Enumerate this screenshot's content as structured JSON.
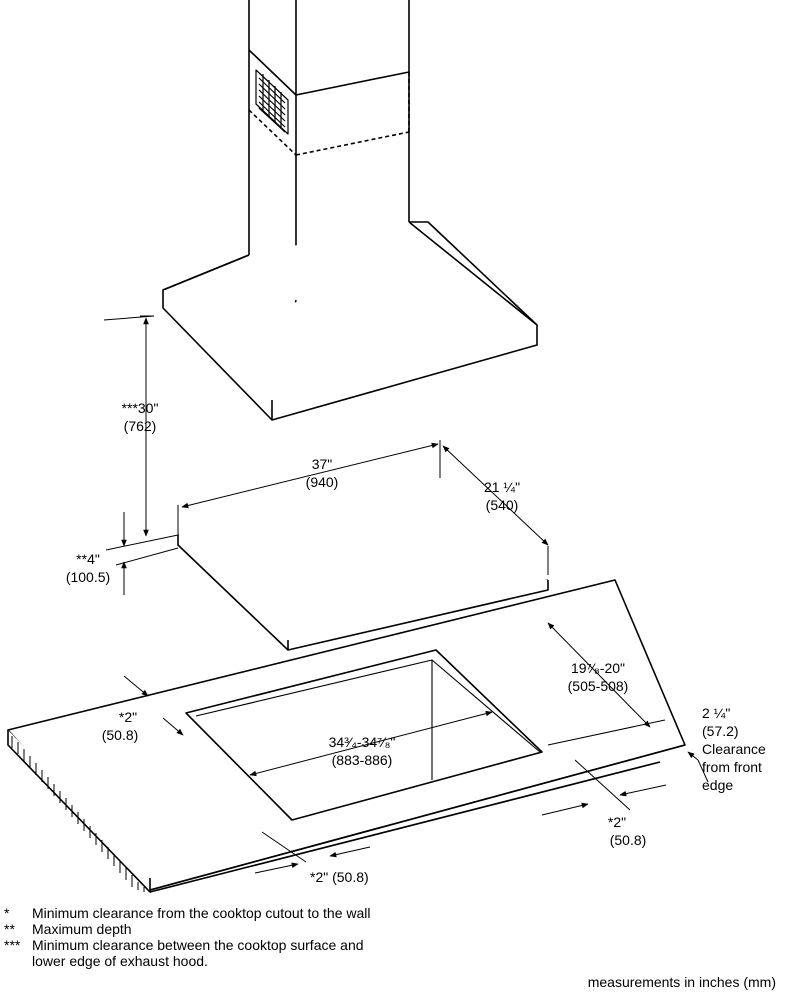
{
  "dimensions": {
    "hood_clearance": {
      "line1": "***30\"",
      "line2": "(762)"
    },
    "max_depth": {
      "line1": "**4\"",
      "line2": "(100.5)"
    },
    "width": {
      "line1": "37\"",
      "line2": "(940)"
    },
    "depth": {
      "line1": "21 ¼\"",
      "line2": "(540)"
    },
    "cutout_depth": {
      "line1": "19⁷⁄₈-20\"",
      "line2": "(505-508)"
    },
    "cutout_width": {
      "line1": "34³⁄₄-34⁷⁄₈\"",
      "line2": "(883-886)"
    },
    "rear_clearance": {
      "line1": "*2\"",
      "line2": "(50.8)"
    },
    "side_clearance": {
      "line1": "*2\"",
      "line2": "(50.8)"
    },
    "bottom_clearance": {
      "line1": "*2\" (50.8)"
    },
    "front_clearance": {
      "line1": "2 ¼\"",
      "line2": "(57.2)",
      "line3": "Clearance",
      "line4": "from front",
      "line5": "edge"
    }
  },
  "notes": [
    {
      "marker": "*",
      "text": "Minimum clearance from the cooktop cutout to the wall"
    },
    {
      "marker": "**",
      "text": "Maximum depth"
    },
    {
      "marker": "***",
      "text": "Minimum clearance between the cooktop surface and"
    },
    {
      "marker": "",
      "text": "lower edge of exhaust hood."
    }
  ],
  "footer": "measurements in inches (mm)"
}
